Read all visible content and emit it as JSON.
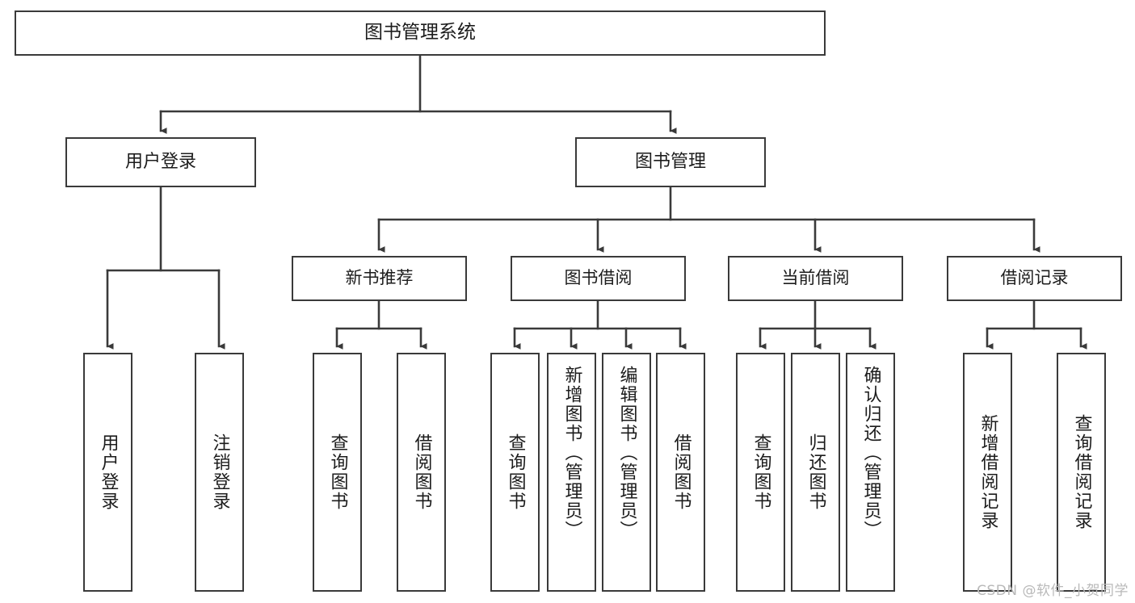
{
  "diagram": {
    "title": "图书管理系统",
    "type": "tree",
    "root": {
      "label": "图书管理系统"
    },
    "level2": [
      {
        "label": "用户登录"
      },
      {
        "label": "图书管理"
      }
    ],
    "level3": [
      {
        "label": "新书推荐"
      },
      {
        "label": "图书借阅"
      },
      {
        "label": "当前借阅"
      },
      {
        "label": "借阅记录"
      }
    ],
    "leaves": {
      "user_login": [
        {
          "label": "用户登录"
        },
        {
          "label": "注销登录"
        }
      ],
      "new_book_recommend": [
        {
          "label": "查询图书"
        },
        {
          "label": "借阅图书"
        }
      ],
      "book_borrow": [
        {
          "label": "查询图书"
        },
        {
          "label": "新增图书（管理员）"
        },
        {
          "label": "编辑图书（管理员）"
        },
        {
          "label": "借阅图书"
        }
      ],
      "current_borrow": [
        {
          "label": "查询图书"
        },
        {
          "label": "归还图书"
        },
        {
          "label": "确认归还（管理员）"
        }
      ],
      "borrow_record": [
        {
          "label": "新增借阅记录"
        },
        {
          "label": "查询借阅记录"
        }
      ]
    }
  },
  "watermark": {
    "text": "CSDN @软件_小贺同学"
  },
  "colors": {
    "stroke": "#3a3a3a",
    "background": "#ffffff",
    "text": "#1c1c1c",
    "watermark": "#b9b9b9"
  }
}
